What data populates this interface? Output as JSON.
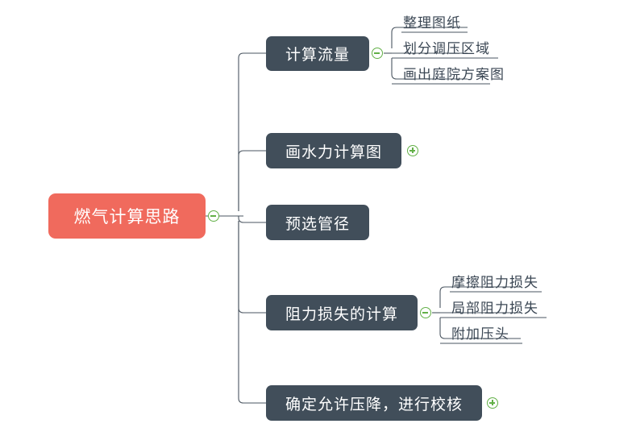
{
  "diagram": {
    "type": "mindmap",
    "title": "燃气计算思路",
    "background_color": "#ffffff",
    "root_color": "#f06a5d",
    "branch_color": "#414e5a",
    "leaf_text_color": "#3b4754",
    "connector_color": "#4a5560",
    "toggle_color": "#62b047"
  },
  "root": {
    "label": "燃气计算思路",
    "toggle": "minus",
    "toggle_name": "collapse-icon"
  },
  "branches": [
    {
      "label": "计算流量",
      "toggle": "minus",
      "toggle_name": "collapse-icon",
      "children": [
        {
          "label": "整理图纸"
        },
        {
          "label": "划分调压区域"
        },
        {
          "label": "画出庭院方案图"
        }
      ]
    },
    {
      "label": "画水力计算图",
      "toggle": "plus",
      "toggle_name": "expand-icon",
      "children": []
    },
    {
      "label": "预选管径",
      "toggle": "none",
      "toggle_name": "",
      "children": []
    },
    {
      "label": "阻力损失的计算",
      "toggle": "minus",
      "toggle_name": "collapse-icon",
      "children": [
        {
          "label": "摩擦阻力损失"
        },
        {
          "label": "局部阻力损失"
        },
        {
          "label": "附加压头"
        }
      ]
    },
    {
      "label": "确定允许压降，进行校核",
      "toggle": "plus",
      "toggle_name": "expand-icon",
      "children": []
    }
  ]
}
